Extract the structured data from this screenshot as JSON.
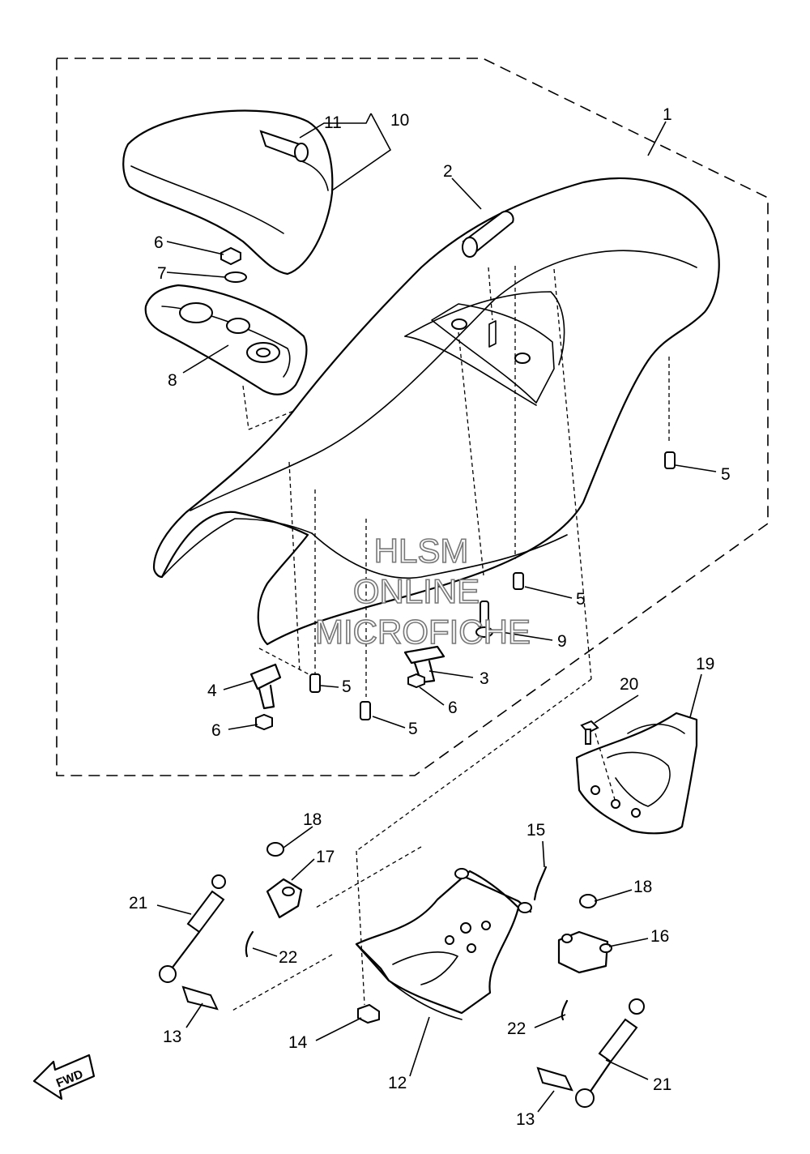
{
  "diagram": {
    "watermark": {
      "line1": "HLSM",
      "line2": "ONLINE",
      "line3": "MICROFICHE"
    },
    "fwd_label": "FWD",
    "callouts": [
      {
        "id": "c1",
        "label": "1"
      },
      {
        "id": "c2",
        "label": "2"
      },
      {
        "id": "c3",
        "label": "3"
      },
      {
        "id": "c4",
        "label": "4"
      },
      {
        "id": "c5a",
        "label": "5"
      },
      {
        "id": "c5b",
        "label": "5"
      },
      {
        "id": "c5c",
        "label": "5"
      },
      {
        "id": "c5d",
        "label": "5"
      },
      {
        "id": "c6a",
        "label": "6"
      },
      {
        "id": "c6b",
        "label": "6"
      },
      {
        "id": "c6c",
        "label": "6"
      },
      {
        "id": "c7",
        "label": "7"
      },
      {
        "id": "c8",
        "label": "8"
      },
      {
        "id": "c9",
        "label": "9"
      },
      {
        "id": "c10",
        "label": "10"
      },
      {
        "id": "c11",
        "label": "11"
      },
      {
        "id": "c12",
        "label": "12"
      },
      {
        "id": "c13a",
        "label": "13"
      },
      {
        "id": "c13b",
        "label": "13"
      },
      {
        "id": "c14",
        "label": "14"
      },
      {
        "id": "c15",
        "label": "15"
      },
      {
        "id": "c16",
        "label": "16"
      },
      {
        "id": "c17",
        "label": "17"
      },
      {
        "id": "c18a",
        "label": "18"
      },
      {
        "id": "c18b",
        "label": "18"
      },
      {
        "id": "c19",
        "label": "19"
      },
      {
        "id": "c20",
        "label": "20"
      },
      {
        "id": "c21a",
        "label": "21"
      },
      {
        "id": "c21b",
        "label": "21"
      },
      {
        "id": "c22a",
        "label": "22"
      },
      {
        "id": "c22b",
        "label": "22"
      }
    ]
  }
}
